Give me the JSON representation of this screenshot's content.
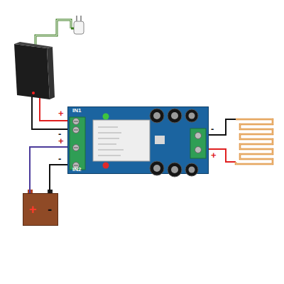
{
  "diagram": {
    "nodes": [
      {
        "text": [
          "IN1",
          "IN2"
        ]
      },
      {
        "text": [
          "+",
          "-"
        ]
      }
    ],
    "edges": [
      {
        "from": 1,
        "to": 0,
        "arrow": "none"
      },
      {
        "from": 1,
        "to": 0,
        "arrow": "none"
      }
    ],
    "labels": [
      "+",
      "-",
      "+",
      "-",
      "-",
      "+"
    ]
  }
}
